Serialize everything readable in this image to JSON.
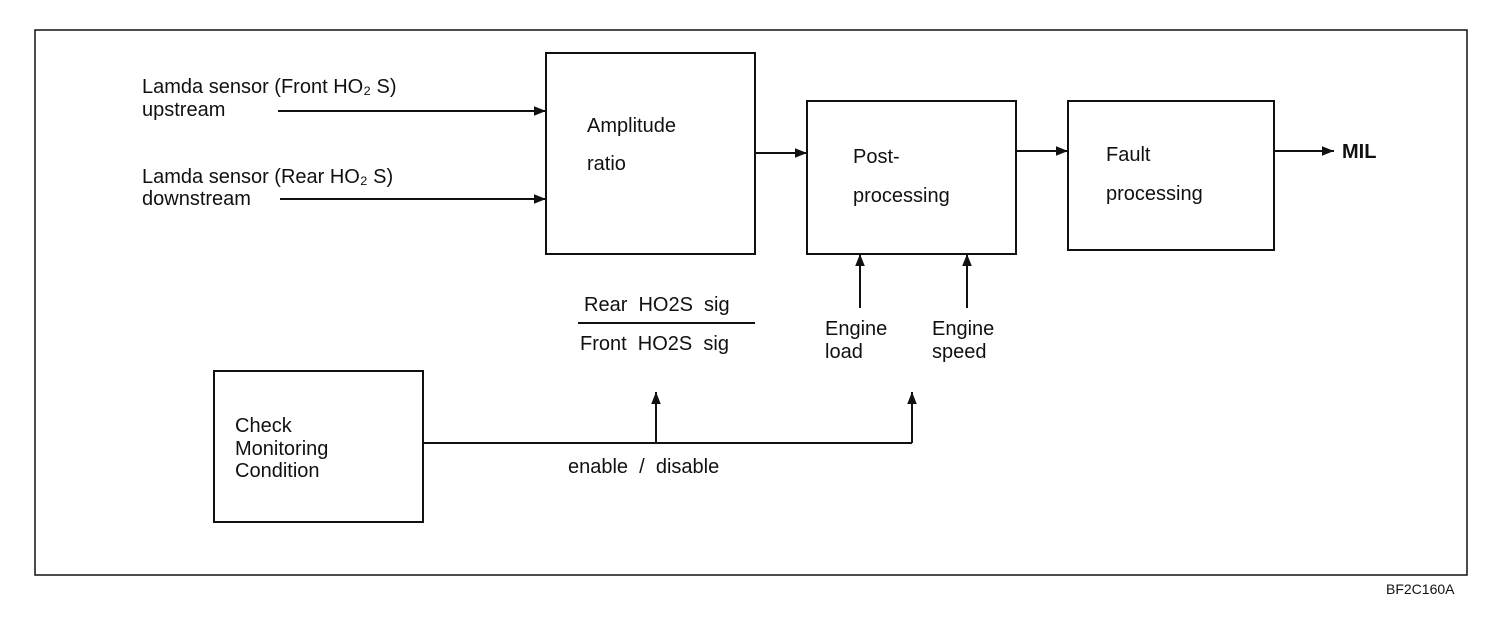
{
  "inputs": {
    "front_sensor": {
      "line1": "Lamda sensor (Front HO₂ S)",
      "line2": "upstream"
    },
    "rear_sensor": {
      "line1": "Lamda sensor (Rear HO₂ S)",
      "line2": "downstream"
    }
  },
  "blocks": {
    "amplitude_ratio": {
      "line1": "Amplitude",
      "line2": "ratio"
    },
    "post_processing": {
      "line1": "Post-",
      "line2": "processing"
    },
    "fault_processing": {
      "line1": "Fault",
      "line2": "processing"
    },
    "check_monitoring": {
      "line1": "Check",
      "line2": "Monitoring",
      "line3": "Condition"
    }
  },
  "outputs": {
    "mil": "MIL"
  },
  "ratio": {
    "numerator": "Rear  HO2S  sig",
    "denominator": "Front  HO2S  sig"
  },
  "engine_inputs": {
    "load": {
      "line1": "Engine",
      "line2": "load"
    },
    "speed": {
      "line1": "Engine",
      "line2": "speed"
    }
  },
  "enable_label": "enable  /  disable",
  "figure_code": "BF2C160A"
}
